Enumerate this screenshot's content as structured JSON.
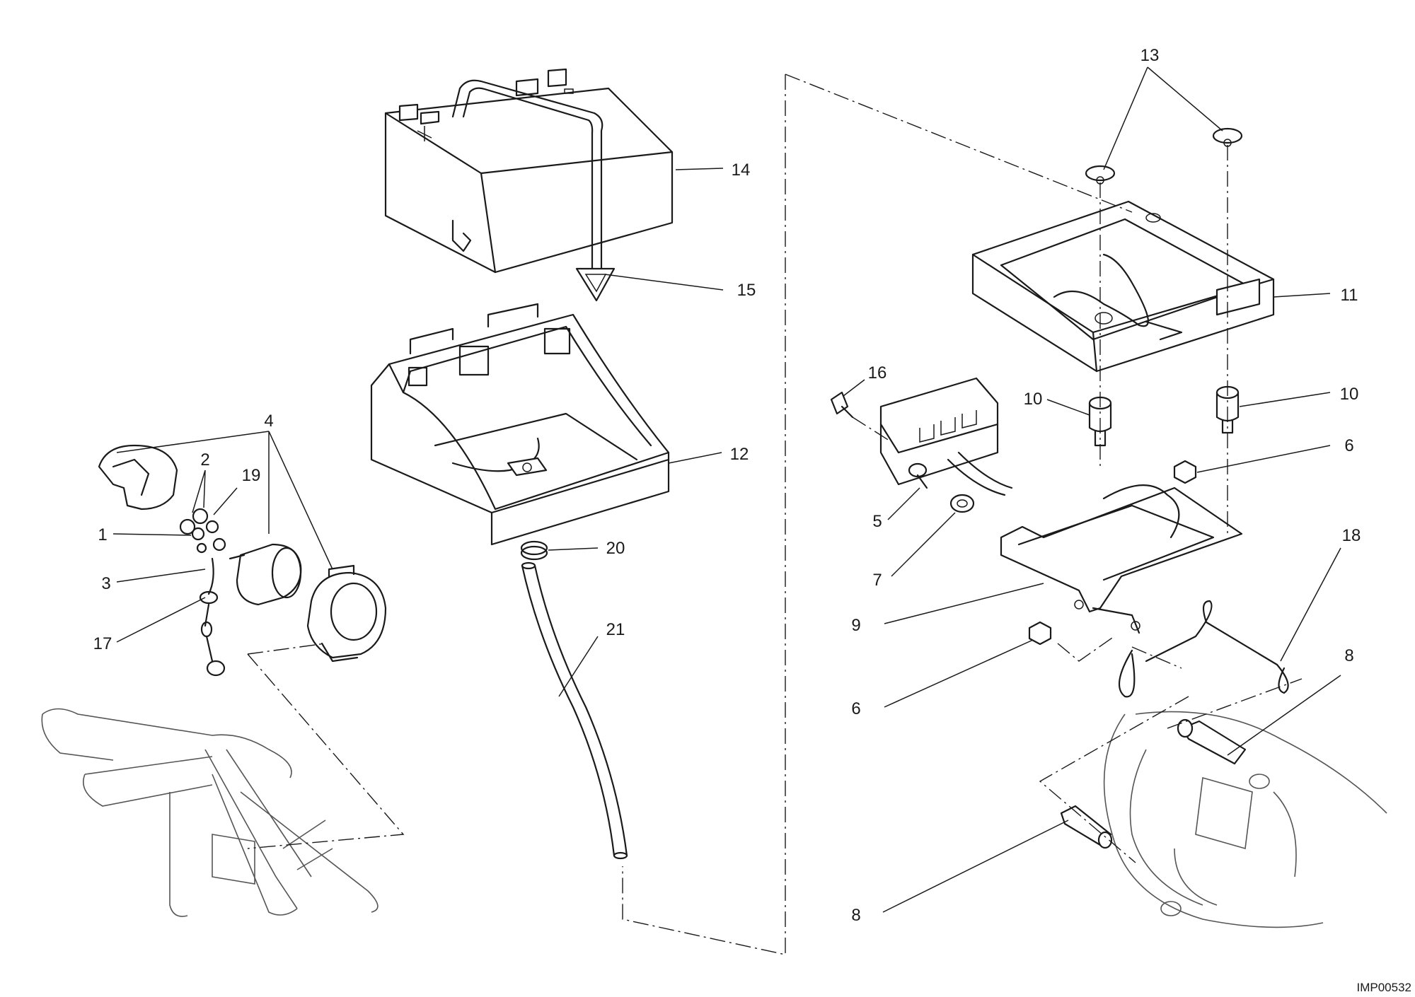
{
  "diagram": {
    "drawing_code": "IMP00532",
    "callouts": [
      {
        "id": "c1",
        "label": "1"
      },
      {
        "id": "c2",
        "label": "2"
      },
      {
        "id": "c3",
        "label": "3"
      },
      {
        "id": "c4",
        "label": "4"
      },
      {
        "id": "c5",
        "label": "5"
      },
      {
        "id": "c6a",
        "label": "6"
      },
      {
        "id": "c6b",
        "label": "6"
      },
      {
        "id": "c7",
        "label": "7"
      },
      {
        "id": "c8a",
        "label": "8"
      },
      {
        "id": "c8b",
        "label": "8"
      },
      {
        "id": "c9",
        "label": "9"
      },
      {
        "id": "c10a",
        "label": "10"
      },
      {
        "id": "c10b",
        "label": "10"
      },
      {
        "id": "c11",
        "label": "11"
      },
      {
        "id": "c12",
        "label": "12"
      },
      {
        "id": "c13",
        "label": "13"
      },
      {
        "id": "c14",
        "label": "14"
      },
      {
        "id": "c15",
        "label": "15"
      },
      {
        "id": "c16",
        "label": "16"
      },
      {
        "id": "c17",
        "label": "17"
      },
      {
        "id": "c18",
        "label": "18"
      },
      {
        "id": "c19",
        "label": "19"
      },
      {
        "id": "c20",
        "label": "20"
      },
      {
        "id": "c21",
        "label": "21"
      }
    ],
    "colors": {
      "ink": "#1a1a1a",
      "background": "#ffffff"
    }
  }
}
